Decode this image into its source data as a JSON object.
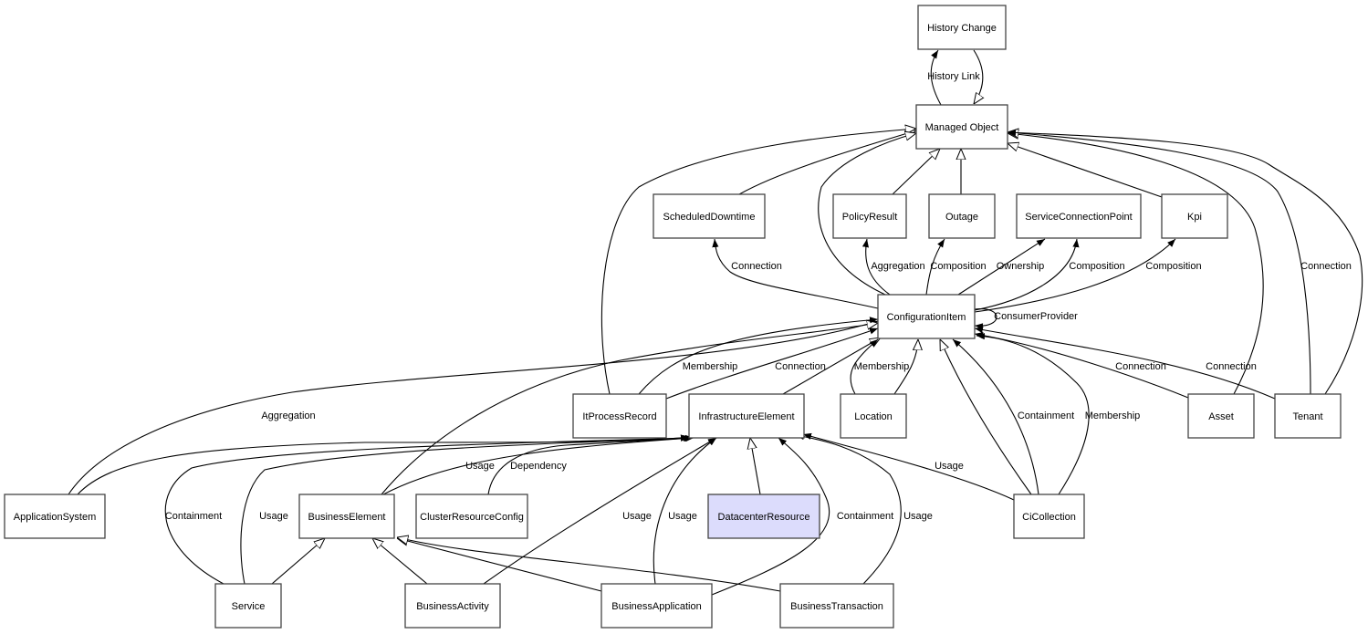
{
  "title": "Class relationship diagram",
  "colors": {
    "node_fill": "#ffffff",
    "node_stroke": "#444444",
    "highlight_fill": "#dcdcfc",
    "edge": "#000000"
  },
  "nodes": [
    {
      "id": "HistoryChange",
      "label": "History Change"
    },
    {
      "id": "ManagedObject",
      "label": "Managed Object"
    },
    {
      "id": "ScheduledDowntime",
      "label": "ScheduledDowntime"
    },
    {
      "id": "PolicyResult",
      "label": "PolicyResult"
    },
    {
      "id": "Outage",
      "label": "Outage"
    },
    {
      "id": "ServiceConnectionPoint",
      "label": "ServiceConnectionPoint"
    },
    {
      "id": "Kpi",
      "label": "Kpi"
    },
    {
      "id": "ConfigurationItem",
      "label": "ConfigurationItem"
    },
    {
      "id": "ItProcessRecord",
      "label": "ItProcessRecord"
    },
    {
      "id": "InfrastructureElement",
      "label": "InfrastructureElement"
    },
    {
      "id": "Location",
      "label": "Location"
    },
    {
      "id": "Asset",
      "label": "Asset"
    },
    {
      "id": "Tenant",
      "label": "Tenant"
    },
    {
      "id": "ApplicationSystem",
      "label": "ApplicationSystem"
    },
    {
      "id": "BusinessElement",
      "label": "BusinessElement"
    },
    {
      "id": "ClusterResourceConfig",
      "label": "ClusterResourceConfig"
    },
    {
      "id": "DatacenterResource",
      "label": "DatacenterResource",
      "highlighted": true
    },
    {
      "id": "CiCollection",
      "label": "CiCollection"
    },
    {
      "id": "Service",
      "label": "Service"
    },
    {
      "id": "BusinessActivity",
      "label": "BusinessActivity"
    },
    {
      "id": "BusinessApplication",
      "label": "BusinessApplication"
    },
    {
      "id": "BusinessTransaction",
      "label": "BusinessTransaction"
    }
  ],
  "edges": [
    {
      "from": "ManagedObject",
      "to": "HistoryChange",
      "label": "History Link",
      "kind": "association"
    },
    {
      "from": "HistoryChange",
      "to": "ManagedObject",
      "label": "",
      "kind": "inheritance"
    },
    {
      "from": "ScheduledDowntime",
      "to": "ManagedObject",
      "label": "",
      "kind": "inheritance"
    },
    {
      "from": "ItProcessRecord",
      "to": "ManagedObject",
      "label": "",
      "kind": "inheritance"
    },
    {
      "from": "ConfigurationItem",
      "to": "ManagedObject",
      "label": "",
      "kind": "inheritance"
    },
    {
      "from": "PolicyResult",
      "to": "ManagedObject",
      "label": "",
      "kind": "inheritance"
    },
    {
      "from": "Outage",
      "to": "ManagedObject",
      "label": "",
      "kind": "inheritance"
    },
    {
      "from": "Kpi",
      "to": "ManagedObject",
      "label": "",
      "kind": "inheritance"
    },
    {
      "from": "Asset",
      "to": "ManagedObject",
      "label": "",
      "kind": "inheritance"
    },
    {
      "from": "Tenant",
      "to": "ManagedObject",
      "label": "",
      "kind": "inheritance"
    },
    {
      "from": "Tenant",
      "to": "ManagedObject",
      "label": "Connection",
      "kind": "association"
    },
    {
      "from": "ConfigurationItem",
      "to": "ScheduledDowntime",
      "label": "Connection",
      "kind": "association"
    },
    {
      "from": "ConfigurationItem",
      "to": "PolicyResult",
      "label": "Aggregation",
      "kind": "association"
    },
    {
      "from": "ConfigurationItem",
      "to": "Outage",
      "label": "Composition",
      "kind": "association"
    },
    {
      "from": "ConfigurationItem",
      "to": "ServiceConnectionPoint",
      "label": "Ownership",
      "kind": "association"
    },
    {
      "from": "ConfigurationItem",
      "to": "ServiceConnectionPoint",
      "label": "Composition",
      "kind": "association"
    },
    {
      "from": "ConfigurationItem",
      "to": "Kpi",
      "label": "Composition",
      "kind": "association"
    },
    {
      "from": "ConfigurationItem",
      "to": "ConfigurationItem",
      "label": "ConsumerProvider",
      "kind": "association"
    },
    {
      "from": "ApplicationSystem",
      "to": "ConfigurationItem",
      "label": "Aggregation",
      "kind": "association"
    },
    {
      "from": "BusinessElement",
      "to": "ConfigurationItem",
      "label": "",
      "kind": "inheritance"
    },
    {
      "from": "ItProcessRecord",
      "to": "ConfigurationItem",
      "label": "Membership",
      "kind": "association"
    },
    {
      "from": "ItProcessRecord",
      "to": "ConfigurationItem",
      "label": "Connection",
      "kind": "association"
    },
    {
      "from": "InfrastructureElement",
      "to": "ConfigurationItem",
      "label": "",
      "kind": "inheritance"
    },
    {
      "from": "Location",
      "to": "ConfigurationItem",
      "label": "Membership",
      "kind": "association"
    },
    {
      "from": "Location",
      "to": "ConfigurationItem",
      "label": "",
      "kind": "inheritance"
    },
    {
      "from": "CiCollection",
      "to": "ConfigurationItem",
      "label": "",
      "kind": "inheritance"
    },
    {
      "from": "CiCollection",
      "to": "ConfigurationItem",
      "label": "Containment",
      "kind": "association"
    },
    {
      "from": "CiCollection",
      "to": "ConfigurationItem",
      "label": "Membership",
      "kind": "association"
    },
    {
      "from": "Asset",
      "to": "ConfigurationItem",
      "label": "Connection",
      "kind": "association"
    },
    {
      "from": "Tenant",
      "to": "ConfigurationItem",
      "label": "Connection",
      "kind": "association"
    },
    {
      "from": "ApplicationSystem",
      "to": "InfrastructureElement",
      "label": "",
      "kind": "association"
    },
    {
      "from": "Service",
      "to": "InfrastructureElement",
      "label": "Containment",
      "kind": "association"
    },
    {
      "from": "Service",
      "to": "InfrastructureElement",
      "label": "Usage",
      "kind": "association"
    },
    {
      "from": "BusinessElement",
      "to": "InfrastructureElement",
      "label": "Usage",
      "kind": "association"
    },
    {
      "from": "ClusterResourceConfig",
      "to": "InfrastructureElement",
      "label": "Dependency",
      "kind": "association"
    },
    {
      "from": "BusinessActivity",
      "to": "InfrastructureElement",
      "label": "Usage",
      "kind": "association"
    },
    {
      "from": "BusinessApplication",
      "to": "InfrastructureElement",
      "label": "Usage",
      "kind": "association"
    },
    {
      "from": "DatacenterResource",
      "to": "InfrastructureElement",
      "label": "",
      "kind": "inheritance"
    },
    {
      "from": "BusinessApplication",
      "to": "InfrastructureElement",
      "label": "Containment",
      "kind": "association"
    },
    {
      "from": "BusinessTransaction",
      "to": "InfrastructureElement",
      "label": "Usage",
      "kind": "association"
    },
    {
      "from": "CiCollection",
      "to": "InfrastructureElement",
      "label": "Usage",
      "kind": "association"
    },
    {
      "from": "Service",
      "to": "BusinessElement",
      "label": "",
      "kind": "inheritance"
    },
    {
      "from": "BusinessActivity",
      "to": "BusinessElement",
      "label": "",
      "kind": "inheritance"
    },
    {
      "from": "BusinessApplication",
      "to": "BusinessElement",
      "label": "",
      "kind": "inheritance"
    },
    {
      "from": "BusinessTransaction",
      "to": "BusinessElement",
      "label": "",
      "kind": "inheritance"
    }
  ]
}
